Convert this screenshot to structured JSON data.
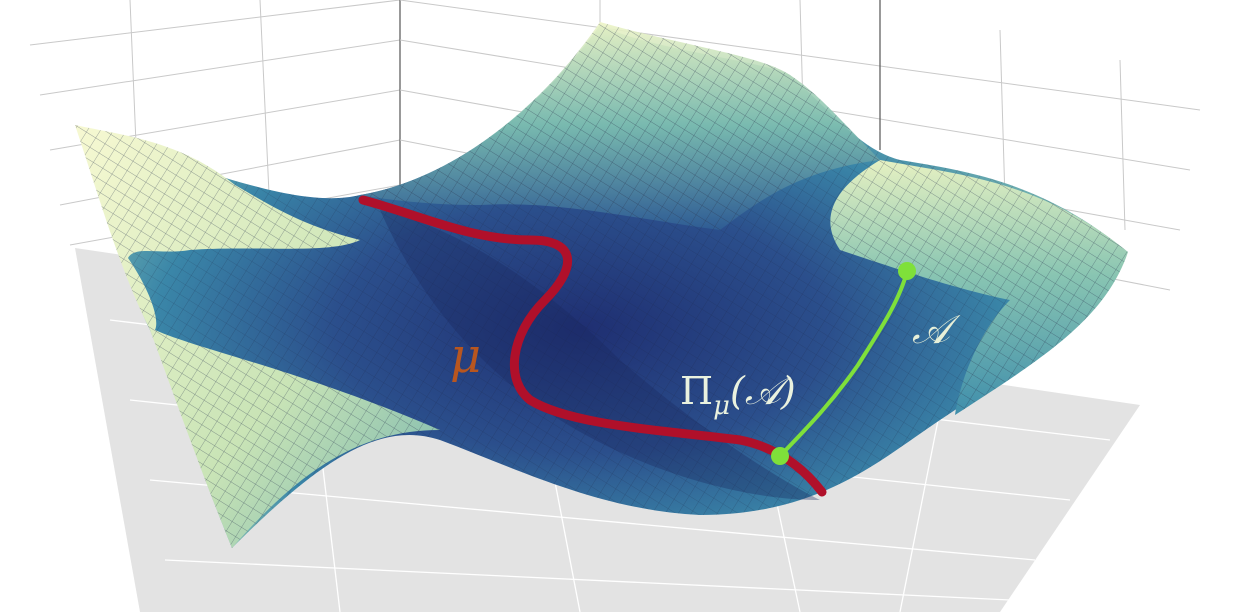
{
  "labels": {
    "manifold": "μ",
    "point": "𝒜",
    "projection": "Π",
    "projection_sub": "μ",
    "projection_arg": "(𝒜)"
  },
  "colors": {
    "manifold_curve": "#b0102a",
    "manifold_label": "#b8561f",
    "path": "#7fe03a",
    "point_label": "#e8f0d8",
    "projection_label": "#eaf2df",
    "floor": "#e3e3e3",
    "surface_low": "#1f2f72",
    "surface_mid": "#3a86a8",
    "surface_high": "#f4f7c8"
  },
  "icons": {
    "start_marker": "green-dot",
    "end_marker": "green-dot"
  }
}
